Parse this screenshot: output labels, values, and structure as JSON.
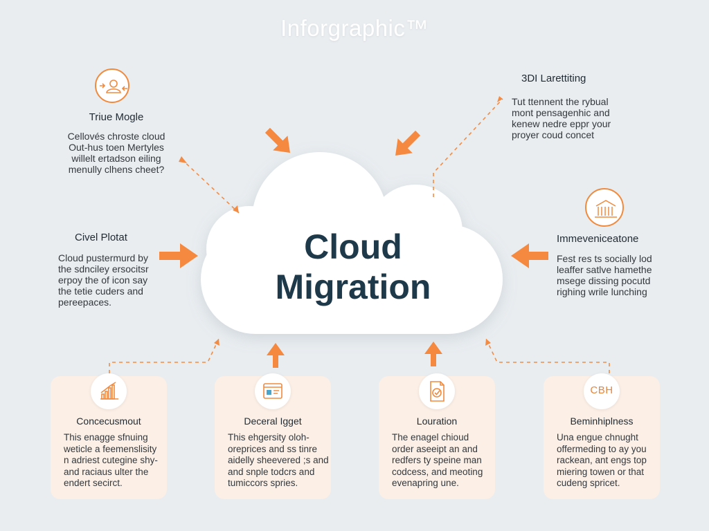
{
  "title": "Inforgraphic™",
  "center": {
    "line1": "Cloud",
    "line2": "Migration"
  },
  "top_left": {
    "heading": "Triue Mogle",
    "lines": [
      "Cellovés chroste cloud",
      "Out-hus toen Mertyles",
      "willelt ertadson eiling",
      "menully clhens cheet?"
    ],
    "icon": "user-transfer-icon"
  },
  "top_right": {
    "heading": "3DI Larettiting",
    "lines": [
      "Tut ttennent the rybual",
      "mont pensagenhic and",
      "kenew nedre eppr your",
      "proyer coud concet"
    ]
  },
  "mid_left": {
    "heading": "Civel Plotat",
    "lines": [
      "Cloud pustermurd by",
      "the sdnciley ersocitsr",
      "erpoy the of icon say",
      "the tetie cuders and",
      "pereepaces."
    ]
  },
  "mid_right": {
    "heading": "Immeveniceatone",
    "lines": [
      "Fest res ts socially lod",
      "leaffer satlve hamethe",
      "msege dissing pocutd",
      "righing wrile lunching"
    ],
    "icon": "building-columns-icon"
  },
  "cards": [
    {
      "heading": "Concecusmout",
      "lines": [
        "This enagge sfnuing",
        "weticle a feemenslisity",
        "n adriest cutegine shy-",
        "and raciaus ulter the",
        "endert secirct."
      ],
      "icon": "bar-chart-icon"
    },
    {
      "heading": "Deceral Igget",
      "lines": [
        "This ehgersity oloh-",
        "oreprices and ss tinre",
        "aidelly sheevered ;s and",
        "and snple todcrs and",
        "tumiccors spries."
      ],
      "icon": "browser-window-icon"
    },
    {
      "heading": "Louration",
      "lines": [
        "The enagel chioud",
        "order aseeipt an and",
        "redfers ty speine man",
        "codcess, and meoting",
        "evenapring une."
      ],
      "icon": "document-check-icon"
    },
    {
      "heading": "Beminhiplness",
      "lines": [
        "Una engue chnught",
        "offermeding to ay you",
        "rackean, ant engs top",
        "miering towen or that",
        "cudeng spricet."
      ],
      "icon": "badge-text",
      "badge": "CBH"
    }
  ],
  "colors": {
    "accent": "#f08a3e",
    "background": "#e9edf0",
    "cloud": "#ffffff",
    "title_text": "#1e3a4a",
    "card_bg": "#fbefe6"
  }
}
